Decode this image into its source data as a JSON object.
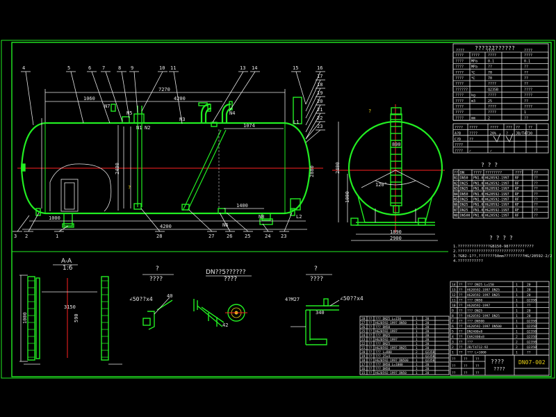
{
  "drawing": {
    "table_title": "????????????",
    "nozzle_title": "? ? ?",
    "notes_title": "? ? ? ?",
    "notes": [
      "1.??????????????GB150-98???????????",
      "2.?????????????????????????????",
      "3.?GB2-1??,???????50mm?????????HG/20592-2/2",
      "4.???????????"
    ],
    "title_block_name": "????",
    "drawing_number": "DN07-002",
    "title_small": "????"
  },
  "views": {
    "section_a": {
      "label": "A-A",
      "scale": "1:6"
    },
    "detail_1": {
      "label": "?",
      "sub": "????",
      "angle": "∠50??x4"
    },
    "detail_2": {
      "label": "DN??5??????",
      "sub": "????"
    },
    "detail_3": {
      "label": "?",
      "sub": "????",
      "angle": "∠50??x4",
      "tag": "4?M27"
    }
  },
  "leaders_top": [
    "4",
    "5",
    "6",
    "7",
    "8",
    "9",
    "10",
    "11",
    "13",
    "14",
    "15",
    "16",
    "17",
    "18",
    "19",
    "20",
    "21",
    "22",
    "23"
  ],
  "leaders_bottom": [
    "3",
    "2",
    "1",
    "28",
    "27",
    "26",
    "25",
    "24",
    "23"
  ],
  "nozzle_marks": [
    "N1",
    "N2",
    "N3",
    "N4",
    "N5",
    "N6",
    "N7",
    "N8",
    "L1",
    "L2"
  ],
  "dimensions": {
    "overall_top": "7270",
    "inner_left": "1060",
    "inner_mid": "4200",
    "right_span": "1074",
    "shell_height": "2400",
    "height_right": "2880",
    "bottom_a": "1000",
    "bottom_b": "4200",
    "bottom_c": "1400",
    "end_width": "1890",
    "end_height": "2400",
    "base_width": "2900",
    "angle": "120°",
    "ladder_h": "800",
    "sec_h1": "1000",
    "sec_h2": "3150",
    "sec_w": "590",
    "det_w": "340"
  },
  "design_table": {
    "header": [
      "????",
      "????",
      "????"
    ],
    "rows": [
      [
        "????",
        "????",
        "????",
        "????"
      ],
      [
        "????",
        "MPa",
        "0.1",
        "0.1"
      ],
      [
        "????",
        "MPa",
        "??",
        "??"
      ],
      [
        "????",
        "℃",
        "70",
        "??"
      ],
      [
        "????",
        "℃",
        "70",
        "??"
      ],
      [
        "????",
        "",
        "????",
        "??"
      ],
      [
        "??????",
        "",
        "Q235B",
        "????"
      ],
      [
        "????",
        "kg",
        "????",
        "????"
      ],
      [
        "????",
        "m3",
        "25",
        "??"
      ],
      [
        "????",
        "",
        "????",
        "????"
      ],
      [
        "????",
        "",
        "????",
        "1"
      ],
      [
        "????",
        "mm",
        "2",
        "??"
      ]
    ]
  },
  "inspection_table": {
    "header": [
      "????",
      "????",
      "????",
      "???",
      "??",
      "??"
    ],
    "rows": [
      [
        "A?B",
        "????",
        "20%",
        "?",
        "JB/T4730"
      ],
      [
        "C?D",
        "??",
        "",
        "",
        ""
      ],
      [
        "????",
        "",
        "",
        "",
        ""
      ],
      [
        "????",
        "✓",
        "✓",
        "",
        ""
      ]
    ]
  },
  "nozzle_table": {
    "header": [
      "??",
      "DN",
      "????",
      "????????",
      "????",
      "??"
    ],
    "rows": [
      [
        "N1",
        "DN50",
        "PN1.0",
        "HG20592-1997",
        "RF",
        "??"
      ],
      [
        "N2",
        "DN25",
        "PN1.0",
        "HG20592-1997",
        "RF",
        "??"
      ],
      [
        "N3",
        "DN25",
        "PN1.0",
        "HG20592-1997",
        "RF",
        "??"
      ],
      [
        "N4",
        "DN50",
        "PN1.0",
        "HG20592-1997",
        "RF",
        "??"
      ],
      [
        "N5",
        "DN25",
        "PN1.0",
        "HG20592-1997",
        "RF",
        "??"
      ],
      [
        "N6",
        "DN25",
        "PN1.0",
        "HG20592-1997",
        "RF",
        "??"
      ],
      [
        "N7",
        "DN25",
        "PN1.0",
        "HG20592-1997",
        "RF",
        "??"
      ],
      [
        "N8",
        "DN500",
        "PN1.0",
        "HG20592-1997",
        "RF",
        "??"
      ]
    ]
  },
  "parts_right": [
    [
      "14",
      "??",
      "??? DN25 L=150",
      "1",
      "20"
    ],
    [
      "13",
      "??",
      "HG20592-1997 DN25",
      "1",
      "20"
    ],
    [
      "12",
      "??",
      "HG20592-1997 DN25",
      "1",
      "20"
    ],
    [
      "11",
      "??",
      "??? DN50",
      "1",
      "Q235B"
    ],
    [
      "10",
      "??",
      "HG20592-1997",
      "1",
      "??"
    ],
    [
      "9",
      "??",
      "??? DN25",
      "1",
      "20"
    ],
    [
      "8",
      "??",
      "HG20592-1997 DN25",
      "1",
      "20"
    ],
    [
      "7",
      "??",
      "??? DN500",
      "1",
      "Q235B"
    ],
    [
      "6",
      "??",
      "HG20592-1997 DN500",
      "1",
      "Q235B"
    ],
    [
      "5",
      "??",
      "DN2400x8",
      "1",
      "Q235B"
    ],
    [
      "4",
      "??",
      "EHA2400x8",
      "2",
      "Q235B"
    ],
    [
      "3",
      "??",
      "???",
      "2",
      "Q235B"
    ],
    [
      "2",
      "??",
      "JB/T4712-92",
      "2",
      "Q235B"
    ],
    [
      "1",
      "??",
      "??? L=1000",
      "1",
      "??"
    ]
  ],
  "parts_bottom": [
    [
      "28",
      "??",
      "??? DN25 L=150",
      "1",
      "20"
    ],
    [
      "27",
      "??",
      "HG20592-1997 DN50",
      "1",
      "20"
    ],
    [
      "26",
      "??",
      "??? DN50",
      "1",
      "20"
    ],
    [
      "25",
      "??",
      "HG20592-1997",
      "1",
      "20"
    ],
    [
      "24",
      "??",
      "??? DN25",
      "1",
      "20"
    ],
    [
      "23",
      "??",
      "HG20592-1997",
      "1",
      "20"
    ],
    [
      "22",
      "??",
      "??? DN25",
      "1",
      "20"
    ],
    [
      "21",
      "??",
      "HG20592-1997 DN25",
      "1",
      "20"
    ],
    [
      "20",
      "??",
      "??? L=800",
      "2",
      "Q235B"
    ],
    [
      "19",
      "??",
      "??? 25x4",
      "1",
      "Q235B"
    ],
    [
      "18",
      "??",
      "HG20592-1997 DN500",
      "1",
      "Q235B"
    ],
    [
      "17",
      "??",
      "??? DN50 L=1000",
      "1",
      "20"
    ],
    [
      "16",
      "??",
      "??? DN50",
      "1",
      "20"
    ],
    [
      "15",
      "??",
      "HG20592-1997 DN50",
      "1",
      "20"
    ]
  ],
  "title_block_cells": [
    "??",
    "??",
    "??",
    "??",
    "??",
    "??",
    "??",
    "??",
    "??",
    "??",
    "??"
  ]
}
